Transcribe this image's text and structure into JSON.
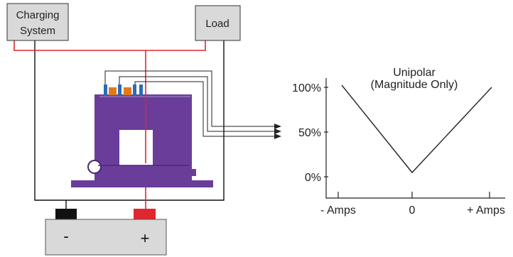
{
  "boxes": {
    "charging_system": {
      "line1": "Charging",
      "line2": "System"
    },
    "load": {
      "label": "Load"
    }
  },
  "battery": {
    "negative_symbol": "-",
    "positive_symbol": "+"
  },
  "graph": {
    "title_line1": "Unipolar",
    "title_line2": "(Magnitude Only)",
    "y_labels": [
      "100%",
      "50%",
      "0%"
    ],
    "x_labels": [
      "- Amps",
      "0",
      "+ Amps"
    ]
  },
  "colors": {
    "sensor": "#6a3d9a",
    "red_wire": "#e0262f",
    "battery_body": "#d9d9d9",
    "terminal_positive": "#e0262f",
    "terminal_negative": "#111111"
  }
}
